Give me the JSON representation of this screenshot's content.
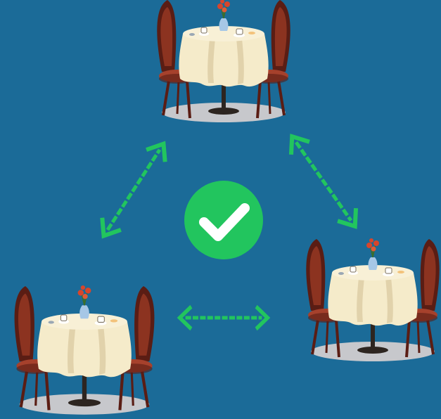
{
  "colors": {
    "background": "#1b6b98",
    "chair_wood": "#5a1d14",
    "chair_seat": "#a6412c",
    "chair_back_inner": "#8c3320",
    "tablecloth": "#f5ebca",
    "tablecloth_shade": "#d8c89e",
    "table_leg": "#2d2520",
    "floor_shadow": "#c7c8cc",
    "vase": "#a6c7e6",
    "flowers": "#d8452b",
    "arrow": "#22c55e",
    "check_circle": "#22c55e",
    "check_mark": "#ffffff"
  },
  "scene": {
    "tables": [
      {
        "name": "table-top"
      },
      {
        "name": "table-bottom-left"
      },
      {
        "name": "table-bottom-right"
      }
    ],
    "arrows": [
      {
        "name": "arrow-left-diagonal"
      },
      {
        "name": "arrow-right-diagonal"
      },
      {
        "name": "arrow-bottom-horizontal"
      }
    ],
    "center_icon": "check-circle-icon"
  }
}
